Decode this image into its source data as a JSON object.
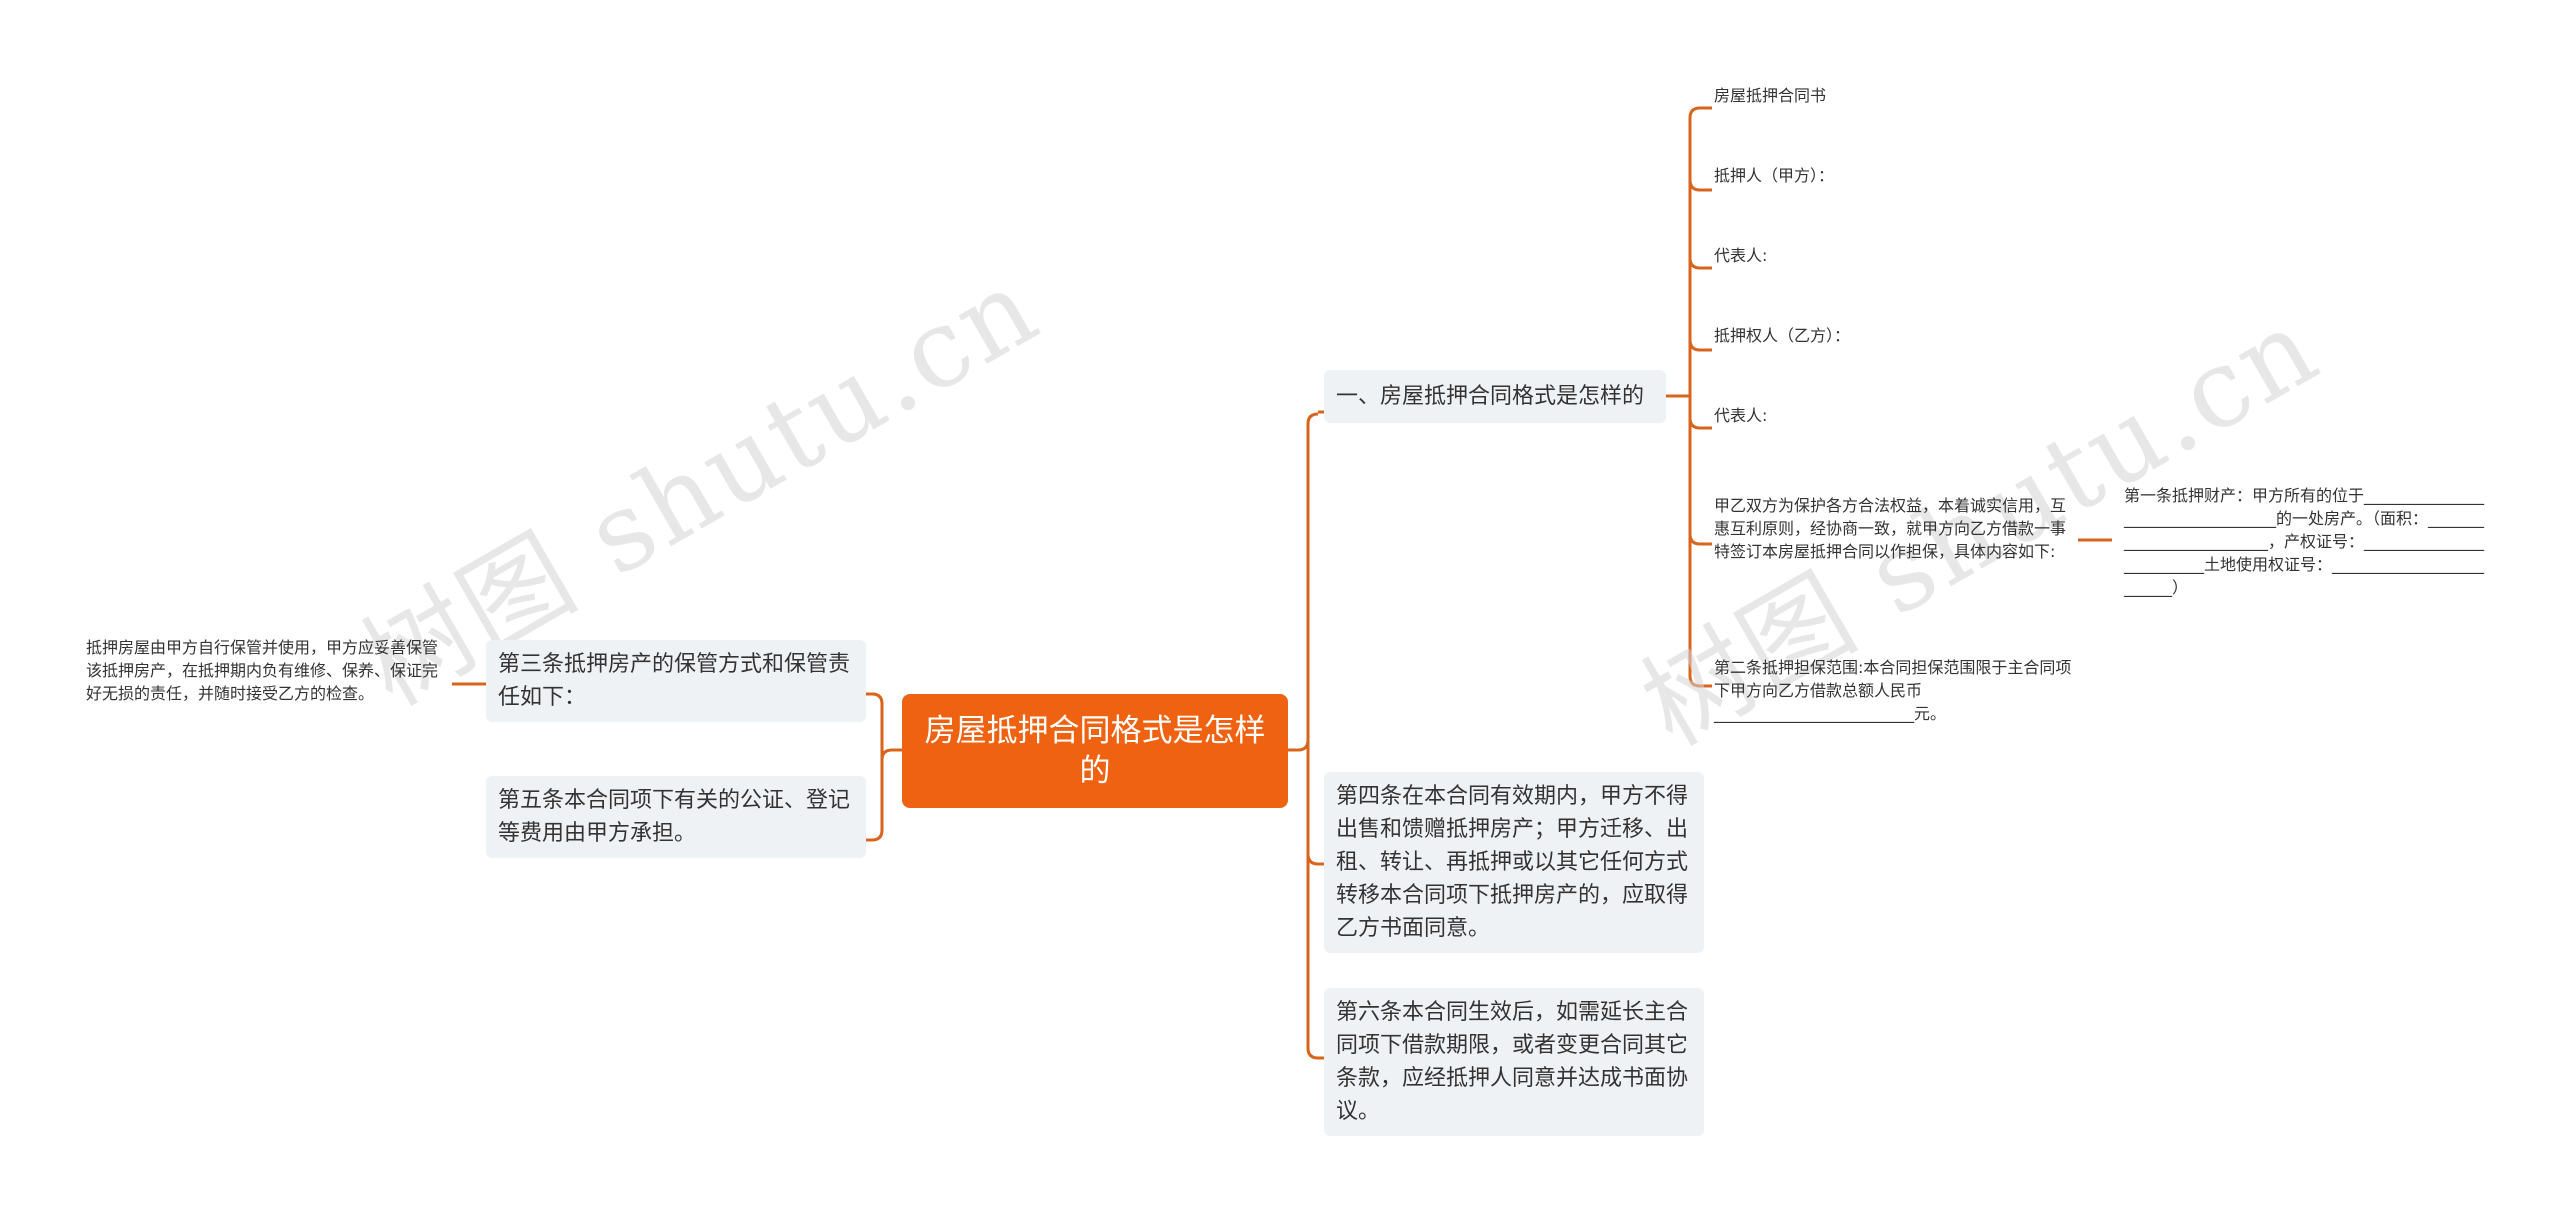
{
  "watermark": "树图 shutu.cn",
  "root": {
    "label": "房屋抵押合同格式是怎样的"
  },
  "left_branches": [
    {
      "label": "第三条抵押房产的保管方式和保管责任如下：",
      "detail": "抵押房屋由甲方自行保管并使用，甲方应妥善保管该抵押房产，在抵押期内负有维修、保养、保证完好无损的责任，并随时接受乙方的检查。"
    },
    {
      "label": "第五条本合同项下有关的公证、登记等费用由甲方承担。"
    }
  ],
  "right_branches": [
    {
      "label": "一、房屋抵押合同格式是怎样的",
      "children": [
        "房屋抵押合同书",
        "抵押人（甲方）：",
        "代表人:",
        "抵押权人（乙方）：",
        "代表人:",
        "甲乙双方为保护各方合法权益，本着诚实信用，互惠互利原则，经协商一致，就甲方向乙方借款一事特签订本房屋抵押合同以作担保，具体内容如下:",
        "第二条抵押担保范围:本合同担保范围限于主合同项下甲方向乙方借款总额人民币_________________________元。"
      ],
      "grandchild": "第一条抵押财产：甲方所有的位于__________________________________的一处房产。（面积：_________________________，产权证号：_________________________土地使用权证号：_________________________）"
    },
    {
      "label": "第四条在本合同有效期内，甲方不得出售和馈赠抵押房产；甲方迁移、出租、转让、再抵押或以其它任何方式转移本合同项下抵押房产的，应取得乙方书面同意。"
    },
    {
      "label": "第六条本合同生效后，如需延长主合同项下借款期限，或者变更合同其它条款，应经抵押人同意并达成书面协议。"
    }
  ],
  "colors": {
    "accent": "#ef6211",
    "card": "#eff2f5",
    "line": "#d9641c"
  }
}
